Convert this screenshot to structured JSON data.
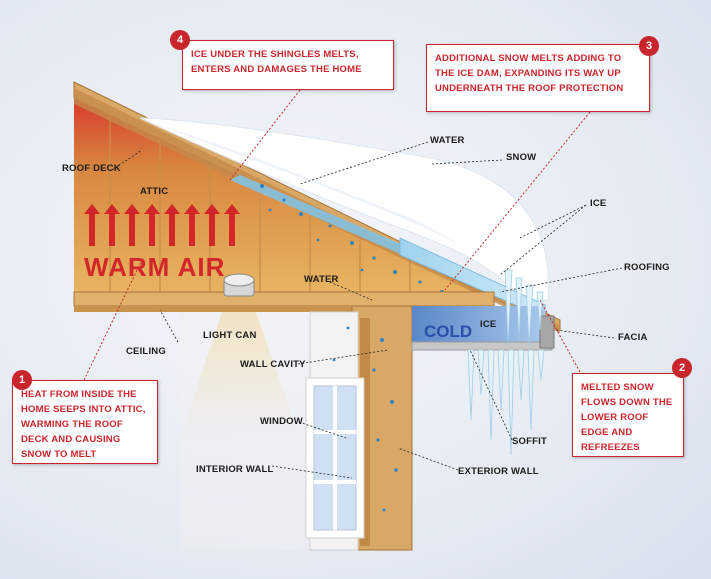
{
  "labels": {
    "roof_deck": "ROOF DECK",
    "attic": "ATTIC",
    "warm_air": "WARM AIR",
    "water_top": "WATER",
    "snow": "SNOW",
    "ice_top": "ICE",
    "water_mid": "WATER",
    "roofing": "ROOFING",
    "cold": "COLD",
    "ice_mid": "ICE",
    "facia": "FACIA",
    "ceiling": "CEILING",
    "light_can": "LIGHT CAN",
    "wall_cavity": "WALL CAVITY",
    "window": "WINDOW",
    "interior_wall": "INTERIOR WALL",
    "soffit": "SOFFIT",
    "exterior_wall": "EXTERIOR WALL"
  },
  "callouts": [
    {
      "number": "1",
      "text": "HEAT FROM INSIDE THE HOME SEEPS INTO ATTIC, WARMING THE ROOF DECK AND CAUSING SNOW TO MELT"
    },
    {
      "number": "2",
      "text": "MELTED SNOW FLOWS DOWN THE LOWER ROOF EDGE AND REFREEZES"
    },
    {
      "number": "3",
      "text": "ADDITIONAL SNOW MELTS ADDING TO THE ICE DAM, EXPANDING ITS WAY UP UNDERNEATH THE ROOF PROTECTION"
    },
    {
      "number": "4",
      "text": "ICE UNDER THE SHINGLES MELTS, ENTERS AND DAMAGES THE HOME"
    }
  ],
  "colors": {
    "accent": "#c8262c",
    "wood": "#d9a866",
    "cold_text": "#2a4fa8",
    "warm_text": "#d3262b"
  }
}
